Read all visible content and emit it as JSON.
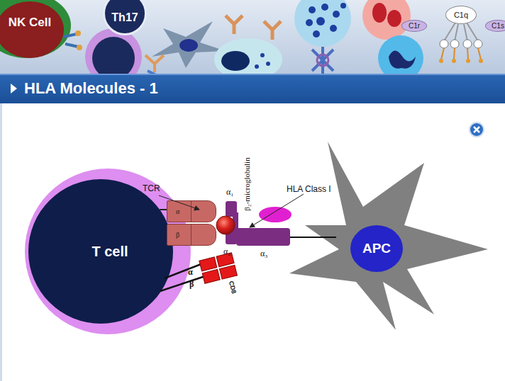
{
  "diagram": {
    "title": "HLA Molecules - 1",
    "nodes": [
      {
        "text": [
          "NK Cell"
        ]
      },
      {
        "text": [
          "Th17"
        ]
      },
      {
        "text": [
          "C1q"
        ]
      },
      {
        "text": [
          "C1r"
        ]
      },
      {
        "text": [
          "C1s"
        ]
      },
      {
        "text": [
          "T cell"
        ]
      },
      {
        "text": [
          "APC"
        ]
      },
      {
        "text": [
          "α"
        ]
      },
      {
        "text": [
          "β"
        ]
      }
    ],
    "edges": [
      {
        "from": 5,
        "to": 7,
        "arrow": "none"
      }
    ],
    "labels": [
      "TCR",
      "β₂-microglobulin",
      "HLA Class I",
      "α₁",
      "α₂",
      "α₃",
      "α",
      "β",
      "CD8"
    ]
  }
}
